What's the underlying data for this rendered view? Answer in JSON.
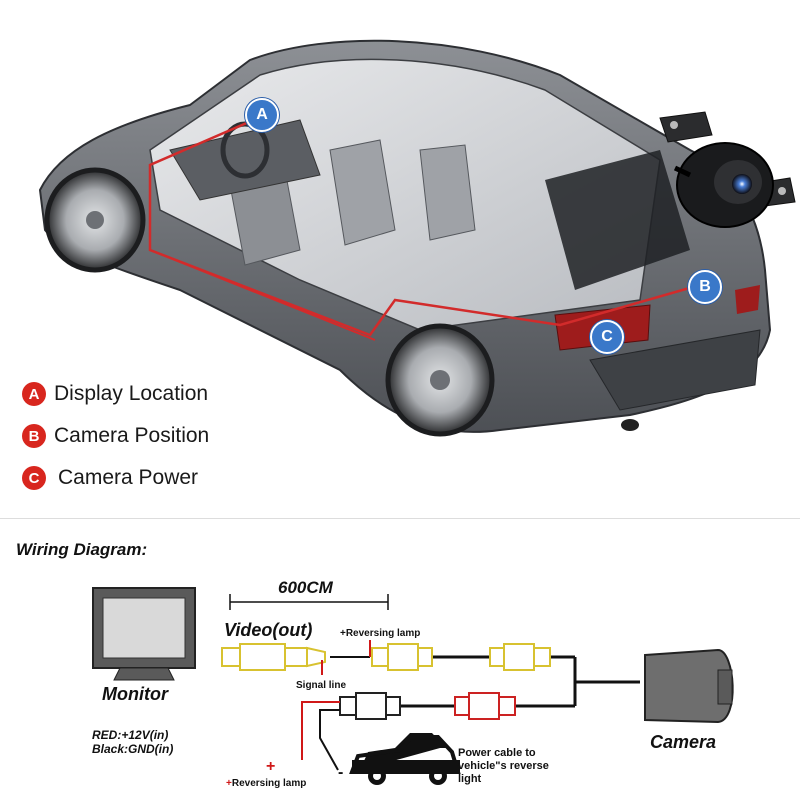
{
  "legend": [
    {
      "badge": "A",
      "label": "Display Location"
    },
    {
      "badge": "B",
      "label": "Camera Position"
    },
    {
      "badge": "C",
      "label": "Camera Power"
    }
  ],
  "car_badges": [
    "A",
    "B",
    "C"
  ],
  "wiring": {
    "title": "Wiring Diagram:",
    "length": "600CM",
    "video_out": "Video(out)",
    "reversing_lamp_top": "+Reversing lamp",
    "signal_line": "Signal line",
    "monitor": "Monitor",
    "red_label": "RED:+12V(in)",
    "black_label": "Black:GND(in)",
    "reversing_lamp_bottom": "Reversing lamp",
    "plus": "+",
    "minus": "-",
    "power_cable": "Power cable to vehicle\"s reverse light",
    "camera": "Camera"
  },
  "colors": {
    "badge_blue": "#3a78c9",
    "legend_red": "#d8261e",
    "car_body": "#6b6e73",
    "yellow_connector": "#e8d23a",
    "red_connector": "#cc2222"
  }
}
